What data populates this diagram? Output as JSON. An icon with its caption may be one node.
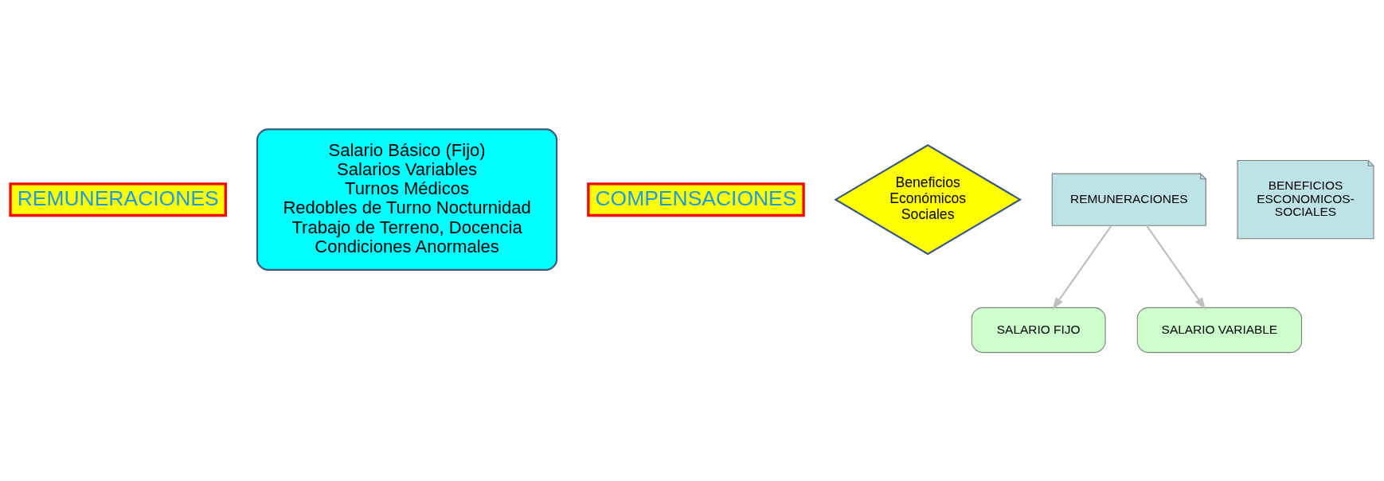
{
  "diagram": {
    "nodes": [
      {
        "text": [
          "REMUNERACIONES"
        ]
      },
      {
        "text": [
          "Salario Básico (Fijo)",
          "Salarios Variables",
          "Turnos Médicos",
          "Redobles de Turno Nocturnidad",
          "Trabajo de Terreno, Docencia",
          "Condiciones Anormales"
        ]
      },
      {
        "text": [
          "COMPENSACIONES"
        ]
      },
      {
        "text": [
          "Beneficios Económicos Sociales"
        ]
      },
      {
        "text": [
          "REMUNERACIONES"
        ]
      },
      {
        "text": [
          "BENEFICIOS ESCONOMICOS- SOCIALES"
        ]
      },
      {
        "text": [
          "SALARIO FIJO"
        ]
      },
      {
        "text": [
          "SALARIO VARIABLE"
        ]
      }
    ],
    "edges": [
      {
        "from": 4,
        "to": 6,
        "arrow": "to"
      },
      {
        "from": 4,
        "to": 7,
        "arrow": "to"
      }
    ]
  }
}
